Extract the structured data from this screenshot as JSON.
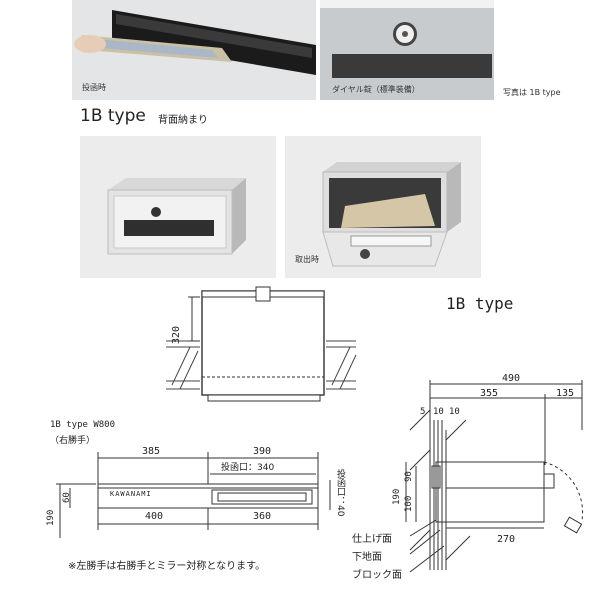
{
  "photos": {
    "top_left_caption": "投函時",
    "top_mid_caption": "ダイヤル錠（標準装備）",
    "top_right_note": "写真は 1B type",
    "mid_right_caption": "取出時"
  },
  "section": {
    "title": "1B type",
    "subtitle": "背面納まり"
  },
  "diagram_side": {
    "title": "1B type",
    "dim_320": "320"
  },
  "front_view": {
    "title": "1B type W800",
    "subtitle": "（右勝手）",
    "dim_385": "385",
    "dim_390": "390",
    "slot_label": "投函口：340",
    "slot_height_label": "投函口：40",
    "dim_60": "60",
    "dim_190": "190",
    "dim_400": "400",
    "dim_360": "360",
    "brand": "KAWANAMI",
    "note": "※左勝手は右勝手とミラー対称となります。"
  },
  "section_view": {
    "dim_490": "490",
    "dim_355": "355",
    "dim_135": "135",
    "dim_5": "5",
    "dim_10a": "10",
    "dim_10b": "10",
    "dim_90": "90",
    "dim_190": "190",
    "dim_100": "100",
    "dim_270": "270",
    "label_finish": "仕上げ面",
    "label_base": "下地面",
    "label_block": "ブロック面"
  }
}
